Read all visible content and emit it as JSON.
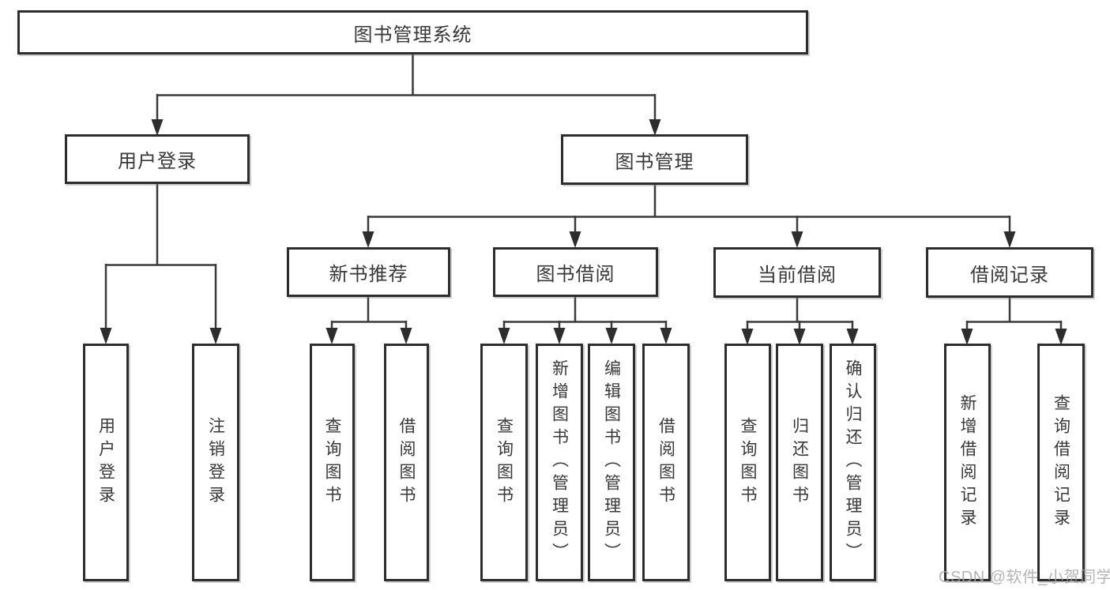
{
  "diagram": {
    "root": {
      "label": "图书管理系统"
    },
    "branches": [
      {
        "label": "用户登录",
        "leaves": [
          {
            "label": "用户登录"
          },
          {
            "label": "注销登录"
          }
        ]
      },
      {
        "label": "图书管理",
        "groups": [
          {
            "label": "新书推荐",
            "leaves": [
              {
                "label": "查询图书"
              },
              {
                "label": "借阅图书"
              }
            ]
          },
          {
            "label": "图书借阅",
            "leaves": [
              {
                "label": "查询图书"
              },
              {
                "label": "新增图书（管理员）"
              },
              {
                "label": "编辑图书（管理员）"
              },
              {
                "label": "借阅图书"
              }
            ]
          },
          {
            "label": "当前借阅",
            "leaves": [
              {
                "label": "查询图书"
              },
              {
                "label": "归还图书"
              },
              {
                "label": "确认归还（管理员）"
              }
            ]
          },
          {
            "label": "借阅记录",
            "leaves": [
              {
                "label": "新增借阅记录"
              },
              {
                "label": "查询借阅记录"
              }
            ]
          }
        ]
      }
    ]
  },
  "watermark": "CSDN @软件_小贺同学",
  "colors": {
    "line": "#3a3a3a",
    "border": "#2d2d2d",
    "text": "#383838",
    "watermark": "#a8a8a8",
    "background": "#ffffff"
  }
}
